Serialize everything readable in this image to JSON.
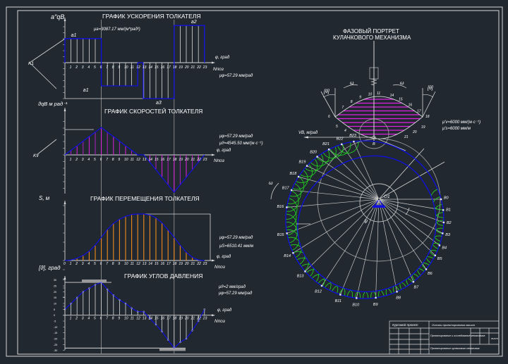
{
  "colors": {
    "background": "#212830",
    "line": "#d8d8d8",
    "profile": "#1010e0",
    "velocity_hatch": "#e020e0",
    "displacement_hatch": "#f08a1c",
    "roller_arcs": "#22cc22"
  },
  "acceleration": {
    "title": "ГРАФИК УСКОРЕНИЯ ТОЛКАТЕЛЯ",
    "ylabel": "a′′qB",
    "scale": "μa=3087.17 мм/(м*рад²)",
    "phi_label": "φ, град",
    "n_label": "Nпоз",
    "mu_phi": "μφ=57.29 мм/рад",
    "pole": "K1",
    "segments": [
      "a1",
      "a1",
      "a3",
      "a2"
    ]
  },
  "velocity": {
    "title": "ГРАФИК СКОРОСТЕЙ ТОЛКАТЕЛЯ",
    "ylabel": "ϑqB м рад⁻¹",
    "mu_phi": "μφ=57.29 мм/рад",
    "scale": "μϑ=4545.50 мм/(м·с⁻¹)",
    "phi_label": "φ, град",
    "n_label": "Nпоз",
    "pole": "Kv"
  },
  "displacement": {
    "title": "ГРАФИК ПЕРЕМЕЩЕНИЯ ТОЛКАТЕЛЯ",
    "ylabel": "S, м",
    "mu_phi": "μφ=57.29 мм/рад",
    "scale": "μS=6510.41 мм/м",
    "phi_label": "φ, град",
    "n_label": "Nпоз"
  },
  "pressure": {
    "title": "ГРАФИК УГЛОВ ДАВЛЕНИЯ",
    "ylabel": "[ϑ], град",
    "scale": "μϑ=2 мм/град",
    "mu_phi": "μφ=57.29 мм/рад",
    "phi_label": "φ, град",
    "n_label": "Nпоз"
  },
  "chart_data": [
    {
      "type": "bar",
      "name": "acceleration",
      "x": [
        0,
        1,
        2,
        3,
        4,
        5,
        6,
        7,
        8,
        9,
        10,
        11,
        12,
        13,
        14,
        15,
        16,
        17,
        18,
        19,
        20,
        21,
        22,
        23
      ],
      "values": [
        0.57,
        0.57,
        0.57,
        0.57,
        0.57,
        0.57,
        -0.55,
        -0.55,
        -0.55,
        -0.55,
        -0.55,
        -0.55,
        0,
        -0.85,
        -0.85,
        -0.85,
        -0.85,
        -0.85,
        0.88,
        0.88,
        0.88,
        0.88,
        0.88,
        0
      ],
      "point_labels": [
        "a1",
        "a1",
        "a3",
        "a2"
      ]
    },
    {
      "type": "line",
      "name": "velocity",
      "x": [
        0,
        1,
        2,
        3,
        4,
        5,
        6,
        7,
        8,
        9,
        10,
        11,
        12,
        13,
        14,
        15,
        16,
        17,
        18,
        19,
        20,
        21,
        22,
        23
      ],
      "values": [
        0,
        0.17,
        0.33,
        0.5,
        0.67,
        0.83,
        1.0,
        0.83,
        0.67,
        0.5,
        0.33,
        0.17,
        0,
        0,
        -0.27,
        -0.54,
        -0.82,
        -1.09,
        -1.36,
        -1.09,
        -0.82,
        -0.54,
        -0.27,
        0
      ]
    },
    {
      "type": "line",
      "name": "displacement",
      "x": [
        0,
        1,
        2,
        3,
        4,
        5,
        6,
        7,
        8,
        9,
        10,
        11,
        12,
        13,
        14,
        15,
        16,
        17,
        18,
        19,
        20,
        21,
        22,
        23
      ],
      "values": [
        0,
        0.01,
        0.05,
        0.11,
        0.2,
        0.33,
        0.5,
        0.67,
        0.8,
        0.89,
        0.95,
        0.99,
        1,
        1,
        0.98,
        0.92,
        0.81,
        0.66,
        0.5,
        0.33,
        0.18,
        0.07,
        0.01,
        0
      ]
    },
    {
      "type": "line",
      "name": "pressure_angle",
      "x": [
        0,
        1,
        2,
        3,
        4,
        5,
        6,
        7,
        8,
        9,
        10,
        11,
        12,
        13,
        14,
        15,
        16,
        17,
        18,
        19,
        20,
        21,
        22,
        23
      ],
      "values": [
        5,
        10,
        15,
        20,
        23,
        26,
        28,
        22,
        17,
        13,
        10,
        6,
        3,
        3,
        -3,
        -8,
        -14,
        -21,
        -28,
        -23,
        -20,
        -13,
        -5,
        5
      ],
      "yticks": [
        30,
        25,
        20,
        15,
        10,
        5,
        0,
        -5,
        -10,
        -15,
        -20,
        -25,
        -30
      ],
      "allowable": [
        28,
        -28
      ]
    }
  ],
  "phase": {
    "title1": "ФАЗОВЫЙ ПОРТРЕТ",
    "title2": "КУЛАЧКОВОГО МЕХАНИЗМА",
    "theta_left": "[θ]",
    "theta_right": "[θ]",
    "omega": "ω",
    "vb_label": "VB, м/рад",
    "mu_v": "μ′v=6000 мм/(м·с⁻¹)",
    "mu_s": "μ′s=6000 мм/м",
    "b_label": "B",
    "upper_points": [
      "6",
      "7",
      "8",
      "9",
      "10",
      "11",
      "14",
      "15",
      "16",
      "17",
      "18"
    ],
    "lower_points": [
      "5",
      "4",
      "21",
      "20",
      "19"
    ]
  },
  "cam": {
    "pivot": "O1",
    "angle": "ψ",
    "omega": "ω",
    "points": [
      "B0",
      "B1",
      "B2",
      "B3",
      "B4",
      "B5",
      "B6",
      "B7",
      "B8",
      "B9",
      "B10",
      "B11",
      "B12",
      "B13",
      "B14",
      "B15",
      "B16",
      "B17",
      "B18",
      "B19",
      "B20",
      "B21",
      "B22",
      "B23"
    ]
  },
  "title_block": {
    "project": "Курсовой проект",
    "course": "Основы проектирования машин",
    "topic": "Проектирование и исследование механизмов",
    "sheet_name": "Проектирование кулачкового механизма",
    "sheet": "лист"
  }
}
